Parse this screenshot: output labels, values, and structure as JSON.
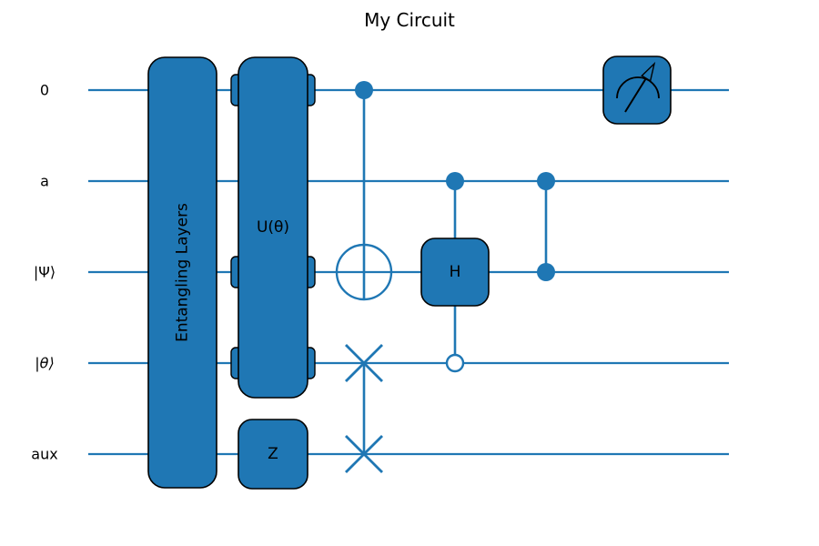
{
  "title": "My Circuit",
  "wires": [
    {
      "label": "0"
    },
    {
      "label": "a"
    },
    {
      "label": "|Ψ⟩"
    },
    {
      "label": "|θ⟩"
    },
    {
      "label": "aux"
    }
  ],
  "gates": {
    "entangling_layers": {
      "label": "Entangling Layers",
      "type": "box",
      "wires": [
        "0",
        "a",
        "|Ψ⟩",
        "|θ⟩",
        "aux"
      ]
    },
    "u_theta": {
      "label": "U(θ)",
      "type": "box",
      "wires": [
        "0",
        "|Ψ⟩",
        "|θ⟩"
      ],
      "pass_through_wires": [
        "a"
      ]
    },
    "z": {
      "label": "Z",
      "type": "box",
      "wires": [
        "aux"
      ]
    },
    "cnot": {
      "type": "controlled-not",
      "control_wires": [
        "0"
      ],
      "target_wire": "|Ψ⟩"
    },
    "swap": {
      "type": "swap",
      "wires": [
        "|θ⟩",
        "aux"
      ]
    },
    "controlled_h": {
      "label": "H",
      "type": "controlled-box",
      "control_wires": [
        "a"
      ],
      "open_control_wires": [
        "|θ⟩"
      ],
      "target_wire": "|Ψ⟩"
    },
    "cz": {
      "type": "controlled-z",
      "wires": [
        "a",
        "|Ψ⟩"
      ]
    },
    "measurement": {
      "type": "measure",
      "wire": "0",
      "icon": "gauge-with-arrow"
    }
  },
  "colors": {
    "box_fill": "#1f77b4",
    "box_edge": "#000000",
    "wire": "#1f77b4",
    "text": "#000000",
    "open_control_fill": "#ffffff",
    "background": "#ffffff"
  }
}
